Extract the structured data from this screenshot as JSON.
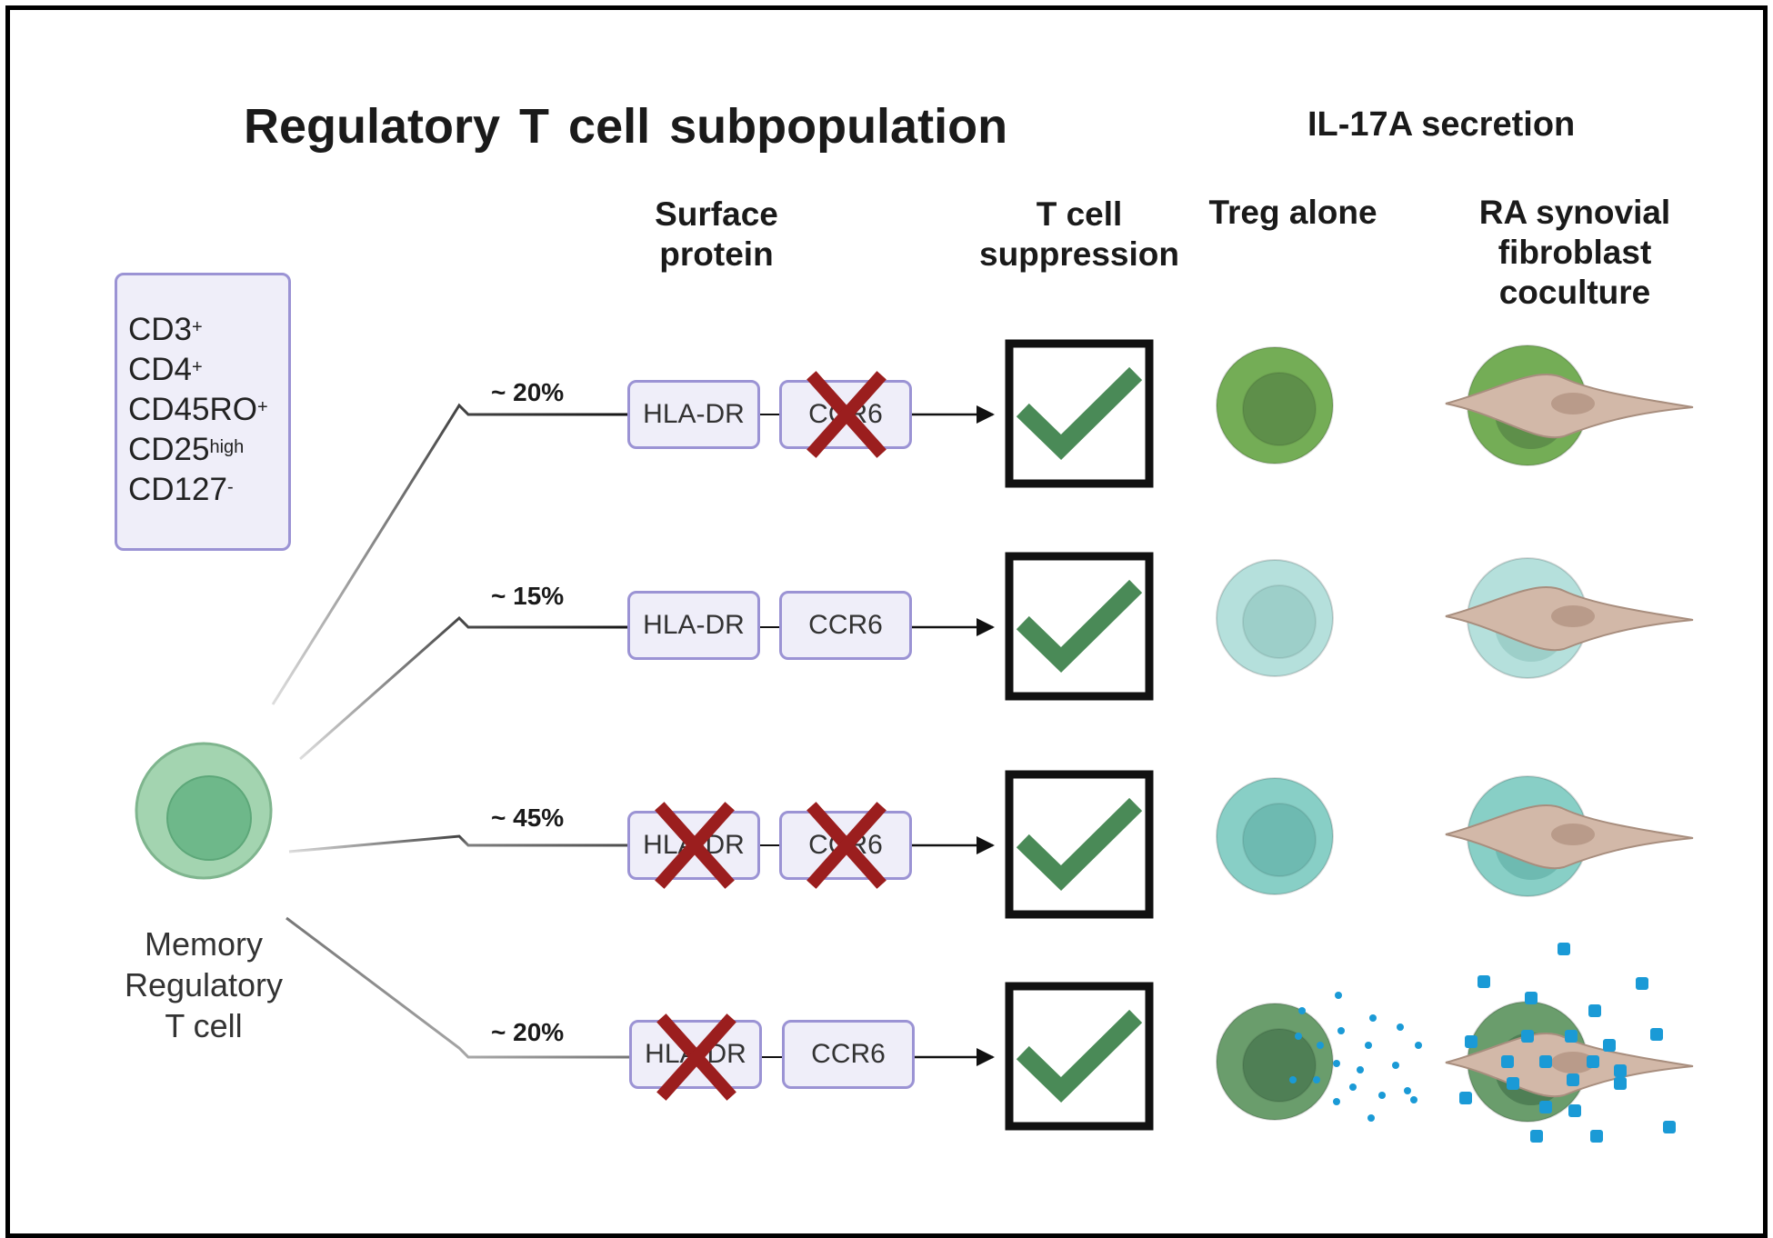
{
  "title": "Regulatory T cell  subpopulation",
  "il17a_header": "IL-17A secretion",
  "columns": {
    "surface_protein": "Surface\nprotein",
    "t_cell_suppression": "T cell\nsuppression",
    "treg_alone": "Treg alone",
    "coculture": "RA synovial\nfibroblast\ncoculture"
  },
  "markers": [
    {
      "base": "CD3",
      "sup": "+"
    },
    {
      "base": "CD4",
      "sup": "+"
    },
    {
      "base": "CD45RO",
      "sup": "+"
    },
    {
      "base": "CD25",
      "sup": "high"
    },
    {
      "base": "CD127",
      "sup": "-"
    }
  ],
  "memory_cell_label": "Memory\nRegulatory\nT cell",
  "subpopulations": [
    {
      "percent": "~ 20%",
      "proteins": [
        {
          "label": "HLA-DR",
          "crossed": false
        },
        {
          "label": "CCR6",
          "crossed": true
        }
      ],
      "suppression": true,
      "cell_color": "#74ad56",
      "cell_inner": "#5e8f4a",
      "il17a_secretion": false
    },
    {
      "percent": "~ 15%",
      "proteins": [
        {
          "label": "HLA-DR",
          "crossed": false
        },
        {
          "label": "CCR6",
          "crossed": false
        }
      ],
      "suppression": true,
      "cell_color": "#b5e0dc",
      "cell_inner": "#9dcfc9",
      "il17a_secretion": false
    },
    {
      "percent": "~ 45%",
      "proteins": [
        {
          "label": "HLA-DR",
          "crossed": true
        },
        {
          "label": "CCR6",
          "crossed": true
        }
      ],
      "suppression": true,
      "cell_color": "#88cfc6",
      "cell_inner": "#6ebab1",
      "il17a_secretion": false
    },
    {
      "percent": "~ 20%",
      "proteins": [
        {
          "label": "HLA-DR",
          "crossed": true
        },
        {
          "label": "CCR6",
          "crossed": false
        }
      ],
      "suppression": true,
      "cell_color": "#6a9d6c",
      "cell_inner": "#4f7f55",
      "il17a_secretion": true
    }
  ],
  "colors": {
    "check": "#4a8a57",
    "cross": "#9b1e1e",
    "box_fill": "#efeef9",
    "box_border": "#9b93d4",
    "fibroblast": "#d2b8a8",
    "fibroblast_nucleus": "#b99b8a",
    "il17a_dot": "#1a9ad6",
    "memory_cell": "#a3d4b0",
    "memory_cell_inner": "#6eb88a"
  }
}
